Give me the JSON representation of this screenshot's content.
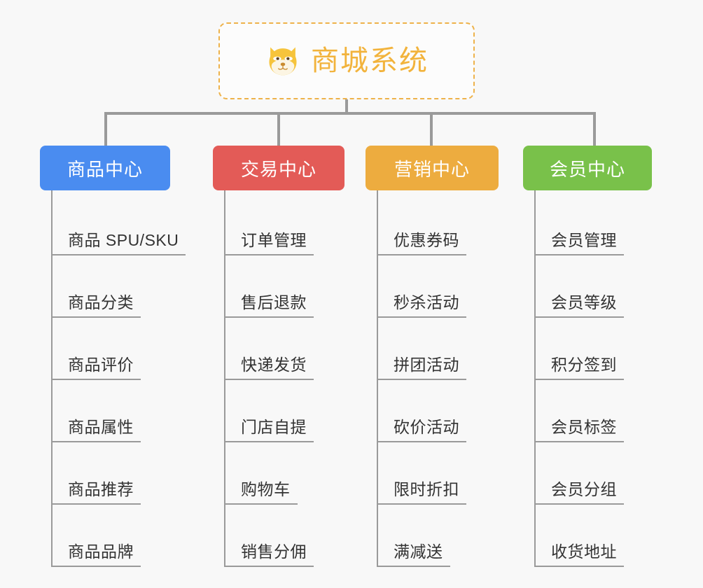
{
  "page": {
    "background_color": "#F8F8F8",
    "diagram_type": "org-chart-mindmap"
  },
  "root": {
    "title": "商城系统",
    "icon": "shiba-dog-face-icon",
    "text_color": "#F2B33C",
    "border_color": "#EEB24A",
    "border_style": "dashed"
  },
  "connector": {
    "color": "#9A9A9A"
  },
  "categories": [
    {
      "label": "商品中心",
      "color": "#4A8CF0",
      "items": [
        "商品 SPU/SKU",
        "商品分类",
        "商品评价",
        "商品属性",
        "商品推荐",
        "商品品牌"
      ]
    },
    {
      "label": "交易中心",
      "color": "#E35B57",
      "items": [
        "订单管理",
        "售后退款",
        "快递发货",
        "门店自提",
        "购物车",
        "销售分佣"
      ]
    },
    {
      "label": "营销中心",
      "color": "#EDAC3F",
      "items": [
        "优惠券码",
        "秒杀活动",
        "拼团活动",
        "砍价活动",
        "限时折扣",
        "满减送"
      ]
    },
    {
      "label": "会员中心",
      "color": "#79C14A",
      "items": [
        "会员管理",
        "会员等级",
        "积分签到",
        "会员标签",
        "会员分组",
        "收货地址"
      ]
    }
  ]
}
